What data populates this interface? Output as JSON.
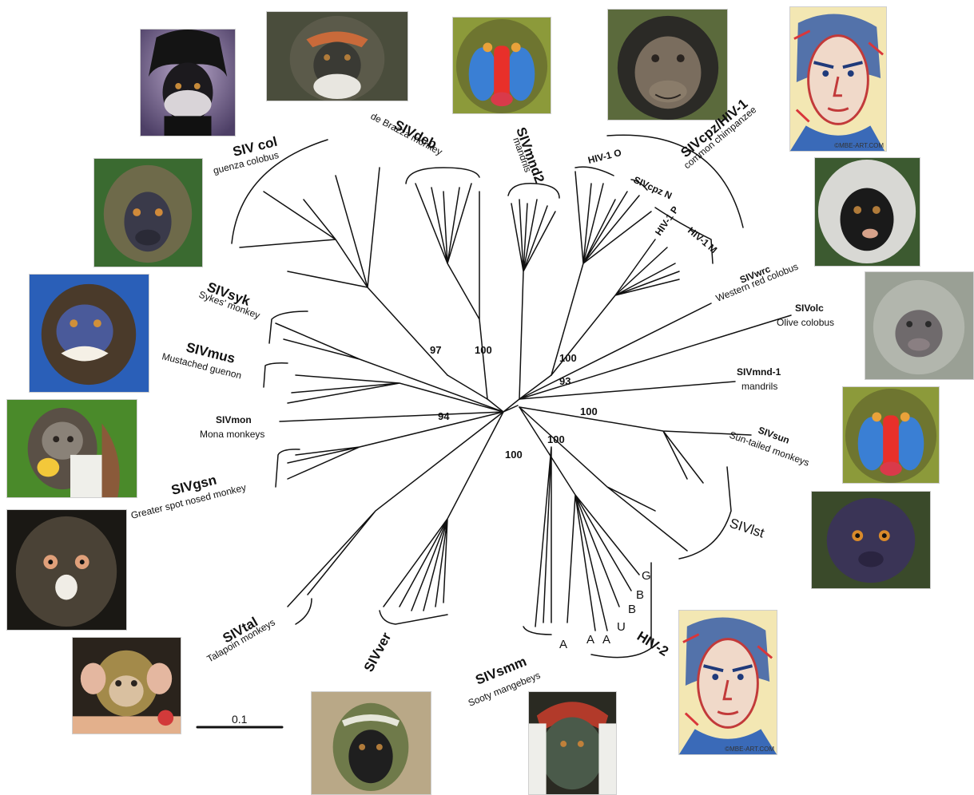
{
  "clades": {
    "col": {
      "name": "SIV col",
      "host": "guenza colobus"
    },
    "deb": {
      "name": "SIVdeb",
      "host": "de Brazza monkey"
    },
    "mnd2": {
      "name": "SIVmnd2",
      "host": "mandrils"
    },
    "cpz": {
      "name": "SIVcpz/HIV-1",
      "host": "common chimpanzee"
    },
    "wrc": {
      "name": "SIVwrc",
      "host": "Western red colobus"
    },
    "olc": {
      "name": "SIVolc",
      "host": "Olive colobus"
    },
    "mnd1": {
      "name": "SIVmnd-1",
      "host": "mandrils"
    },
    "sun": {
      "name": "SIVsun",
      "host": "Sun-tailed monkeys"
    },
    "lst": {
      "name": "SIVlst",
      "host": ""
    },
    "hiv2": {
      "name": "HIV-2",
      "host": ""
    },
    "smm": {
      "name": "SIVsmm",
      "host": "Sooty mangebeys"
    },
    "ver": {
      "name": "SIVver",
      "host": ""
    },
    "tal": {
      "name": "SIVtal",
      "host": "Talapoin monkeys"
    },
    "gsn": {
      "name": "SIVgsn",
      "host": "Greater spot nosed monkey"
    },
    "mon": {
      "name": "SIVmon",
      "host": "Mona monkeys"
    },
    "mus": {
      "name": "SIVmus",
      "host": "Mustached guenon"
    },
    "syk": {
      "name": "SIVsyk",
      "host": "Sykes' monkey"
    }
  },
  "hiv1_groups": {
    "O": "HIV-1 O",
    "cpzN": "SIVcpz N",
    "P": "HIV-1 P",
    "M": "HIV-1 M"
  },
  "hiv2_subtypes": {
    "A1": "A",
    "A2": "A",
    "A3": "A",
    "U": "U",
    "B1": "B",
    "B2": "B",
    "G": "G"
  },
  "bootstrap": {
    "b97": "97",
    "b100a": "100",
    "b100b": "100",
    "b93": "93",
    "b94": "94",
    "b100c": "100",
    "b100d": "100",
    "b100e": "100"
  },
  "scale_bar": "0.1",
  "photos": [
    {
      "id": "colobus",
      "subject": "guereza colobus",
      "watermark": ""
    },
    {
      "id": "debrazza",
      "subject": "de Brazza monkey",
      "watermark": ""
    },
    {
      "id": "mandrill-top",
      "subject": "mandrill",
      "watermark": ""
    },
    {
      "id": "chimp",
      "subject": "chimpanzee",
      "watermark": ""
    },
    {
      "id": "portrait-top",
      "subject": "human portrait art",
      "watermark": "©MBE-ART.COM"
    },
    {
      "id": "redcolobus",
      "subject": "red colobus",
      "watermark": ""
    },
    {
      "id": "olivecolobus",
      "subject": "olive colobus",
      "watermark": ""
    },
    {
      "id": "mandrill-right",
      "subject": "mandrill",
      "watermark": ""
    },
    {
      "id": "lhoest",
      "subject": "l'Hoest's monkey",
      "watermark": ""
    },
    {
      "id": "portrait-bottom",
      "subject": "human portrait art",
      "watermark": "©MBE-ART.COM"
    },
    {
      "id": "mangabey",
      "subject": "red-capped mangabey",
      "watermark": ""
    },
    {
      "id": "vervet",
      "subject": "vervet monkey",
      "watermark": ""
    },
    {
      "id": "talapoin",
      "subject": "talapoin baby",
      "watermark": ""
    },
    {
      "id": "spotnosed",
      "subject": "spot-nosed monkey",
      "watermark": ""
    },
    {
      "id": "mona",
      "subject": "mona monkey",
      "watermark": ""
    },
    {
      "id": "moustached",
      "subject": "moustached guenon",
      "watermark": ""
    },
    {
      "id": "sykes",
      "subject": "Sykes' monkey",
      "watermark": ""
    }
  ],
  "colors": {
    "line": "#111111",
    "background": "#ffffff",
    "mandrill_nose": "#e8302a",
    "mandrill_cheek": "#3a7fd4",
    "fur_dark": "#2a2a24",
    "fur_olive": "#6b6a3a"
  }
}
